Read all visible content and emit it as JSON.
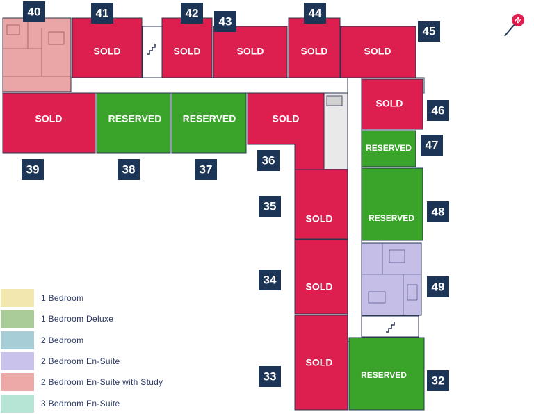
{
  "colors": {
    "sold": "#dd1f4f",
    "reserved": "#39a32a",
    "corridor": "#ffffff",
    "wall": "#2b3450",
    "badge": "#1c3557",
    "stair": "#e9e9ea",
    "unit_en_suite": "#c5bee6",
    "unit_en_suite_study": "#eaa6a6"
  },
  "compass": {
    "icon": "north-arrow-icon",
    "letter": "N"
  },
  "units": [
    {
      "number": "40",
      "status": ""
    },
    {
      "number": "41",
      "status": "SOLD"
    },
    {
      "number": "42",
      "status": "SOLD"
    },
    {
      "number": "43",
      "status": "SOLD"
    },
    {
      "number": "44",
      "status": "SOLD"
    },
    {
      "number": "45",
      "status": "SOLD"
    },
    {
      "number": "46",
      "status": "SOLD"
    },
    {
      "number": "47",
      "status": "RESERVED"
    },
    {
      "number": "48",
      "status": "RESERVED"
    },
    {
      "number": "49",
      "status": ""
    },
    {
      "number": "32",
      "status": "RESERVED"
    },
    {
      "number": "33",
      "status": "SOLD"
    },
    {
      "number": "34",
      "status": "SOLD"
    },
    {
      "number": "35",
      "status": "SOLD"
    },
    {
      "number": "36",
      "status": "SOLD"
    },
    {
      "number": "37",
      "status": "RESERVED"
    },
    {
      "number": "38",
      "status": "RESERVED"
    },
    {
      "number": "39",
      "status": "SOLD"
    }
  ],
  "legend": [
    {
      "label": "1 Bedroom",
      "color": "#f3e7b0"
    },
    {
      "label": "1 Bedroom Deluxe",
      "color": "#a9cc98"
    },
    {
      "label": "2 Bedroom",
      "color": "#a7cdd6"
    },
    {
      "label": "2 Bedroom En-Suite",
      "color": "#c9c2ea"
    },
    {
      "label": "2 Bedroom En-Suite with Study",
      "color": "#eda8a8"
    },
    {
      "label": "3 Bedroom En-Suite",
      "color": "#b6e5d6"
    }
  ]
}
